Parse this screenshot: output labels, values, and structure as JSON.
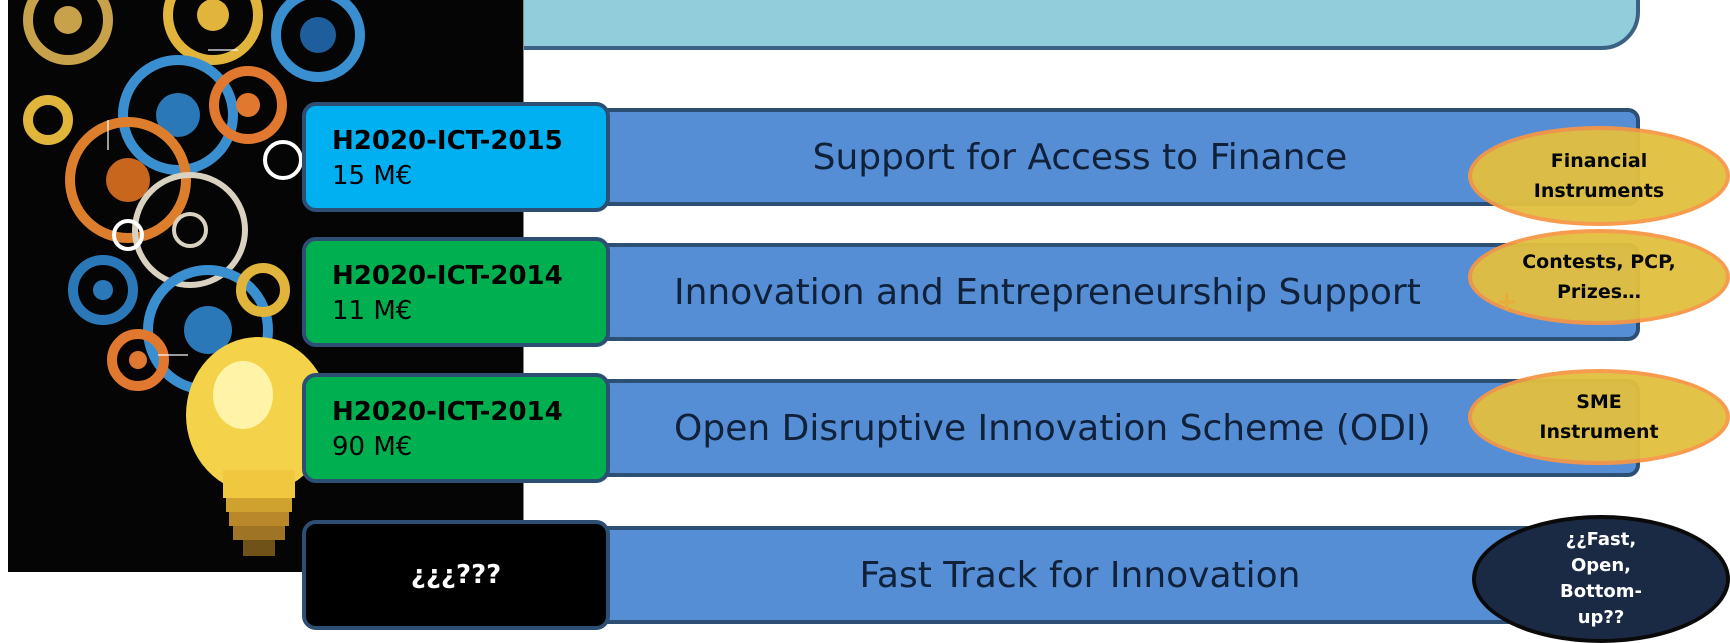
{
  "rows": [
    {
      "code": "H2020-ICT-2015",
      "amount": "15 M€",
      "title": "Support for Access to Finance",
      "instrument": "Financial Instruments",
      "box_color": "#00b0f0",
      "oval_style": "gold"
    },
    {
      "code": "H2020-ICT-2014",
      "amount": "11 M€",
      "title": "Innovation and Entrepreneurship Support",
      "instrument": "Contests, PCP, Prizes…",
      "box_color": "#00b050",
      "oval_style": "gold"
    },
    {
      "code": "H2020-ICT-2014",
      "amount": "90 M€",
      "title": "Open Disruptive Innovation Scheme (ODI)",
      "instrument": "SME Instrument",
      "box_color": "#00b050",
      "oval_style": "gold"
    },
    {
      "code": "¿¿¿???",
      "amount": "",
      "title": "Fast Track for Innovation",
      "instrument": "¿¿Fast, Open, Bottom-up??",
      "box_color": "#000000",
      "oval_style": "dark"
    }
  ],
  "colors": {
    "banner": "#92cddc",
    "bar": "#558ed5",
    "bar_border": "#2d4f74",
    "oval_gold": "#e2bf3f",
    "oval_border": "#f79646",
    "oval_dark": "#1b2a44"
  },
  "illustration": "gears-and-lightbulb-image"
}
